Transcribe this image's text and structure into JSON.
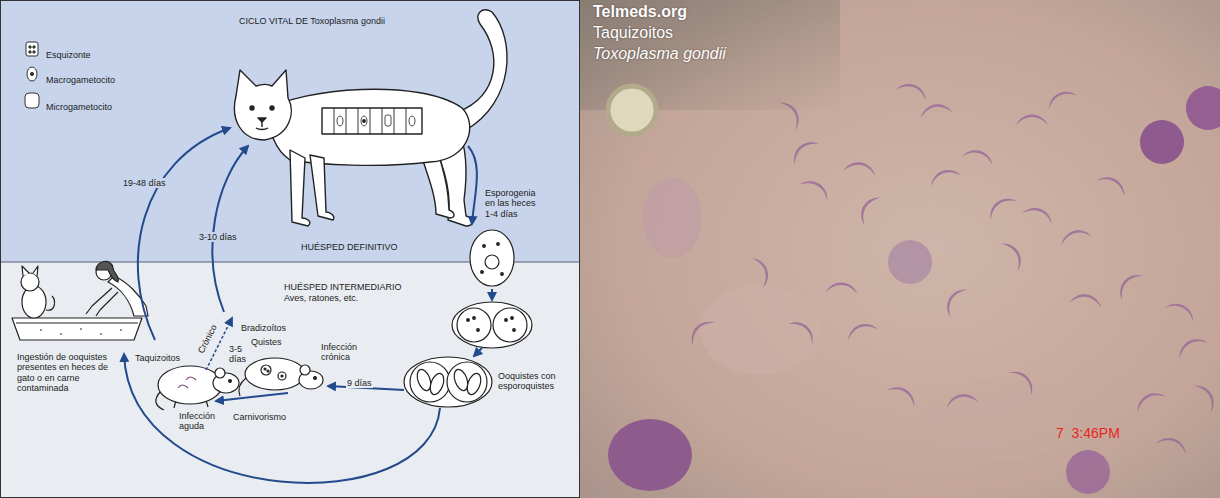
{
  "diagram": {
    "title": "CICLO VITAL DE Toxoplasma gondii",
    "nodes": [
      {
        "text": [
          "HUÉSPED DEFINITIVO"
        ]
      },
      {
        "text": [
          "HUÉSPED INTERMEDIARIO",
          "Aves, ratones, etc."
        ]
      },
      {
        "text": [
          "Telmeds.org",
          "Taquizoitos",
          "Toxoplasma gondii"
        ]
      }
    ],
    "labels": [
      "19-48 días",
      "3-10 días",
      "Esporogenia en las heces 1-4 días",
      "Ingestión de ooquistes presentes en heces de gato o en carne contaminada",
      "Taquizoitos",
      "Crónico",
      "Bradizoítos",
      "Quistes",
      "3-5 días",
      "Infección crónica",
      "Infección aguda",
      "Carnivorismo",
      "9 días",
      "Ooquistes con esporoquistes",
      "7  3:46PM"
    ],
    "legend": [
      {
        "text": "Esquizonte"
      },
      {
        "text": "Macrogametocito"
      },
      {
        "text": "Microgametocito"
      }
    ]
  }
}
